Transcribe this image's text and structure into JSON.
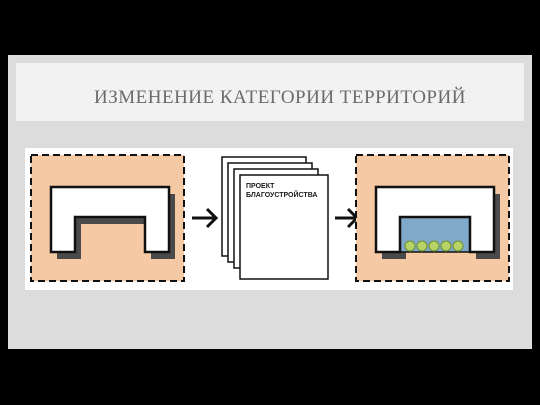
{
  "slide": {
    "title": "ИЗМЕНЕНИЕ КАТЕГОРИИ ТЕРРИТОРИЙ"
  },
  "diagram": {
    "document_label_line1": "ПРОЕКТ",
    "document_label_line2": "БЛАГОУСТРОЙСТВА",
    "colors": {
      "site_fill": "#f5c9a3",
      "building_fill": "#ffffff",
      "building_shadow": "#4a4a4a",
      "courtyard_fill": "#7fa8c9",
      "tree_fill": "#b7d36a",
      "outline": "#111111"
    }
  }
}
